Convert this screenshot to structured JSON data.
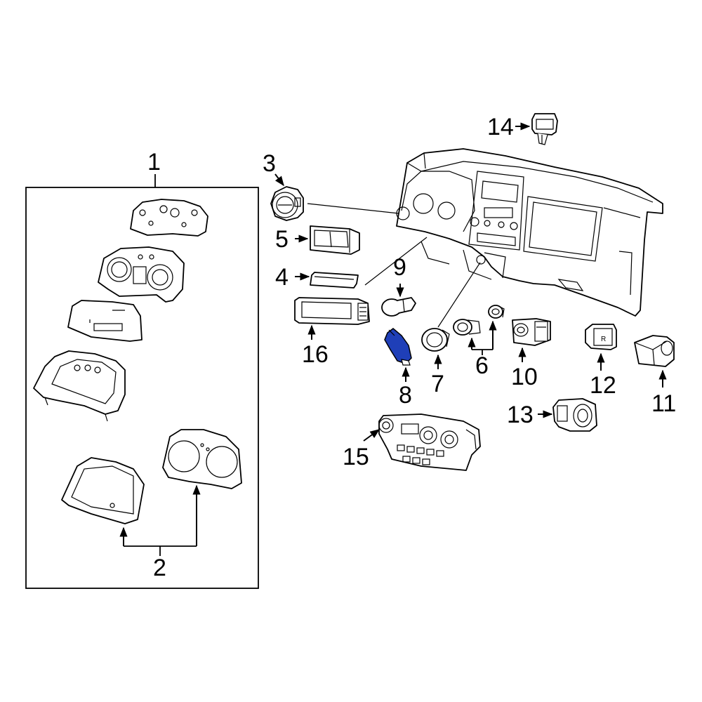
{
  "callouts": {
    "c1": "1",
    "c2": "2",
    "c3": "3",
    "c4": "4",
    "c5": "5",
    "c6": "6",
    "c7": "7",
    "c8": "8",
    "c9": "9",
    "c10": "10",
    "c11": "11",
    "c12": "12",
    "c13": "13",
    "c14": "14",
    "c15": "15",
    "c16": "16"
  },
  "colors": {
    "highlight_part": "#1f3fb8",
    "line": "#000000",
    "background": "#ffffff"
  },
  "highlighted_callout": "8"
}
